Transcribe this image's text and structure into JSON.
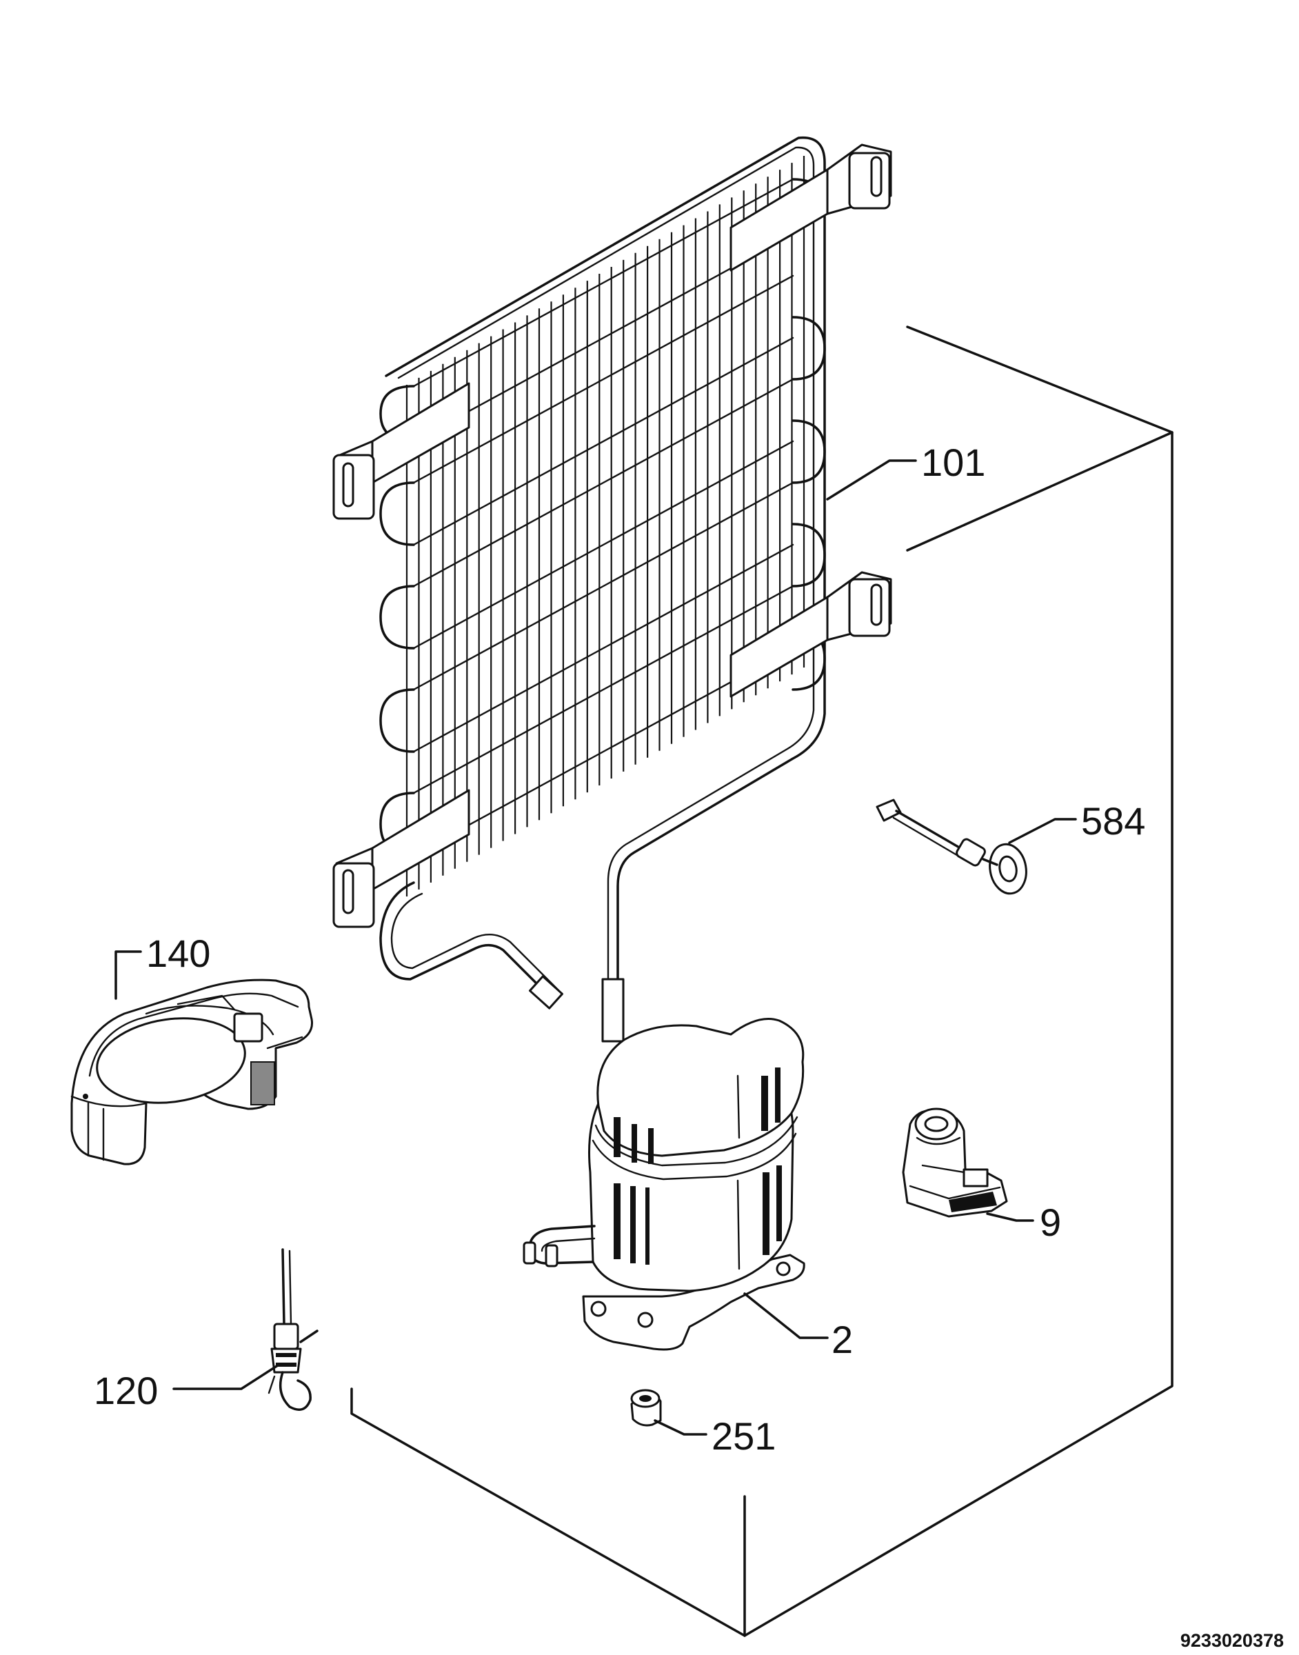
{
  "diagram": {
    "parts": [
      {
        "ref": "101",
        "depicts": "condenser"
      },
      {
        "ref": "584",
        "depicts": "probe"
      },
      {
        "ref": "140",
        "depicts": "tray"
      },
      {
        "ref": "9",
        "depicts": "clip-bracket"
      },
      {
        "ref": "2",
        "depicts": "compressor"
      },
      {
        "ref": "120",
        "depicts": "filter-valve"
      },
      {
        "ref": "251",
        "depicts": "grommet"
      }
    ],
    "doc_number": "9233020378",
    "colors": {
      "ink": "#111111",
      "paper": "#ffffff"
    }
  }
}
